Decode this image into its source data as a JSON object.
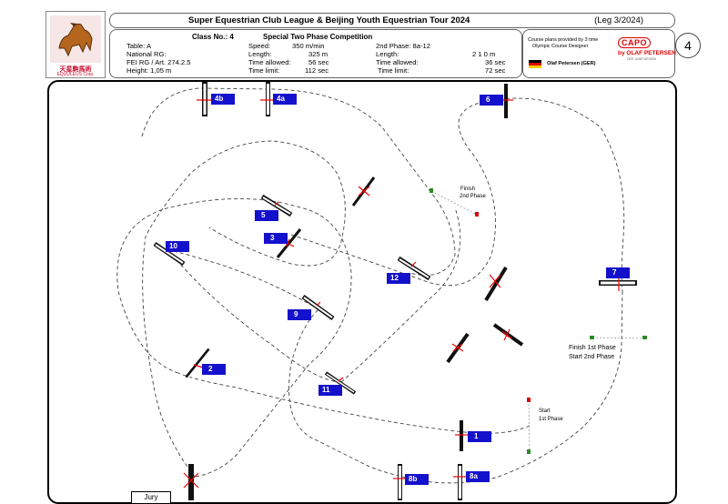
{
  "logo": {
    "chinese": "天星駒馬術",
    "english": "EQUULEUS Corp."
  },
  "header": {
    "title": "Super Equestrian Club League & Beijing Youth Equestrian Tour 2024",
    "leg": "(Leg 3/2024)"
  },
  "info": {
    "class_no": "Class No.: 4",
    "competition": "Special Two Phase Competition",
    "table": "Table: A",
    "national": "National RG:",
    "fei": "FEI RG / Art. 274.2.5",
    "height": "Height: 1,05 m",
    "speed_label": "Speed:",
    "speed_value": "350 m/min",
    "length_label": "Length:",
    "length_value": "325 m",
    "time_allowed_label": "Time allowed:",
    "time_allowed_value": "56 sec",
    "time_limit_label": "Time limit:",
    "time_limit_value": "112 sec",
    "phase2_label": "2nd Phase: 8a-12",
    "p2_length_label": "Length:",
    "p2_length_value": "2 1 0 m",
    "p2_time_allowed_label": "Time allowed:",
    "p2_time_allowed_value": "36 sec",
    "p2_time_limit_label": "Time limit:",
    "p2_time_limit_value": "72 sec"
  },
  "designer": {
    "line1": "Course plans provided by 3 time",
    "line2": "Olympic Course Designer",
    "name": "Olaf Petersen (GER)",
    "brand": "CAPO",
    "brand2": "by OLAF PETERSEN",
    "brand3": "DEE JUMP DESIGN"
  },
  "course_number": "4",
  "jury": "Jury",
  "notes": {
    "finish2_a": "Finish",
    "finish2_b": "2nd Phase",
    "finish1": "Finish 1st Phase",
    "start2": "Start   2nd Phase",
    "start1_a": "Start",
    "start1_b": "1st Phase"
  },
  "jumps": [
    {
      "label": "1"
    },
    {
      "label": "2"
    },
    {
      "label": "3"
    },
    {
      "label": "4a"
    },
    {
      "label": "4b"
    },
    {
      "label": "5"
    },
    {
      "label": "6"
    },
    {
      "label": "7"
    },
    {
      "label": "8a"
    },
    {
      "label": "8b"
    },
    {
      "label": "9"
    },
    {
      "label": "10"
    },
    {
      "label": "11"
    },
    {
      "label": "12"
    }
  ],
  "colors": {
    "label_bg": "#1411cc",
    "marker": "#e00000",
    "flag_green": "#2a8a2a"
  }
}
